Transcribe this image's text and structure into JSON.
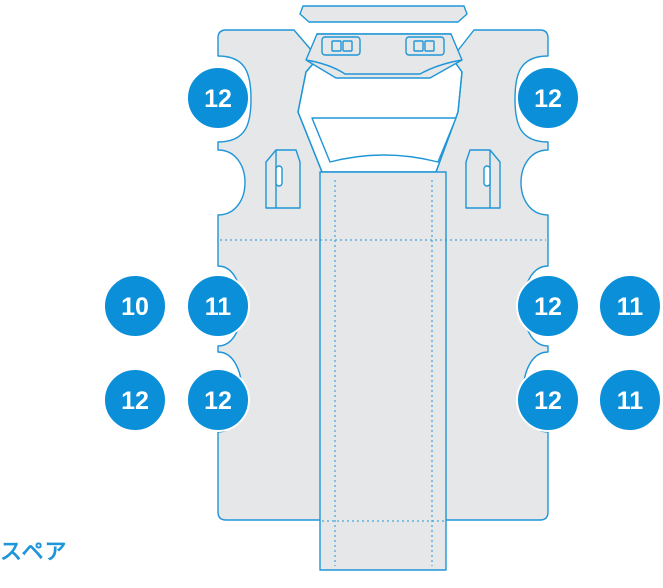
{
  "colors": {
    "panel_fill": "#e6e7e8",
    "panel_stroke": "#1e96d8",
    "badge_fill": "#0a8fd8",
    "badge_text": "#ffffff",
    "label_color": "#1e96d8"
  },
  "badges": [
    {
      "label": "12",
      "position": "top-left"
    },
    {
      "label": "12",
      "position": "top-right"
    },
    {
      "label": "10",
      "position": "middle-left-outer"
    },
    {
      "label": "11",
      "position": "middle-left-inner"
    },
    {
      "label": "12",
      "position": "middle-right-inner"
    },
    {
      "label": "11",
      "position": "middle-right-outer"
    },
    {
      "label": "12",
      "position": "lower-left-outer"
    },
    {
      "label": "12",
      "position": "lower-left-inner"
    },
    {
      "label": "12",
      "position": "lower-right-inner"
    },
    {
      "label": "11",
      "position": "lower-right-outer"
    }
  ],
  "spare_label": "スペア"
}
